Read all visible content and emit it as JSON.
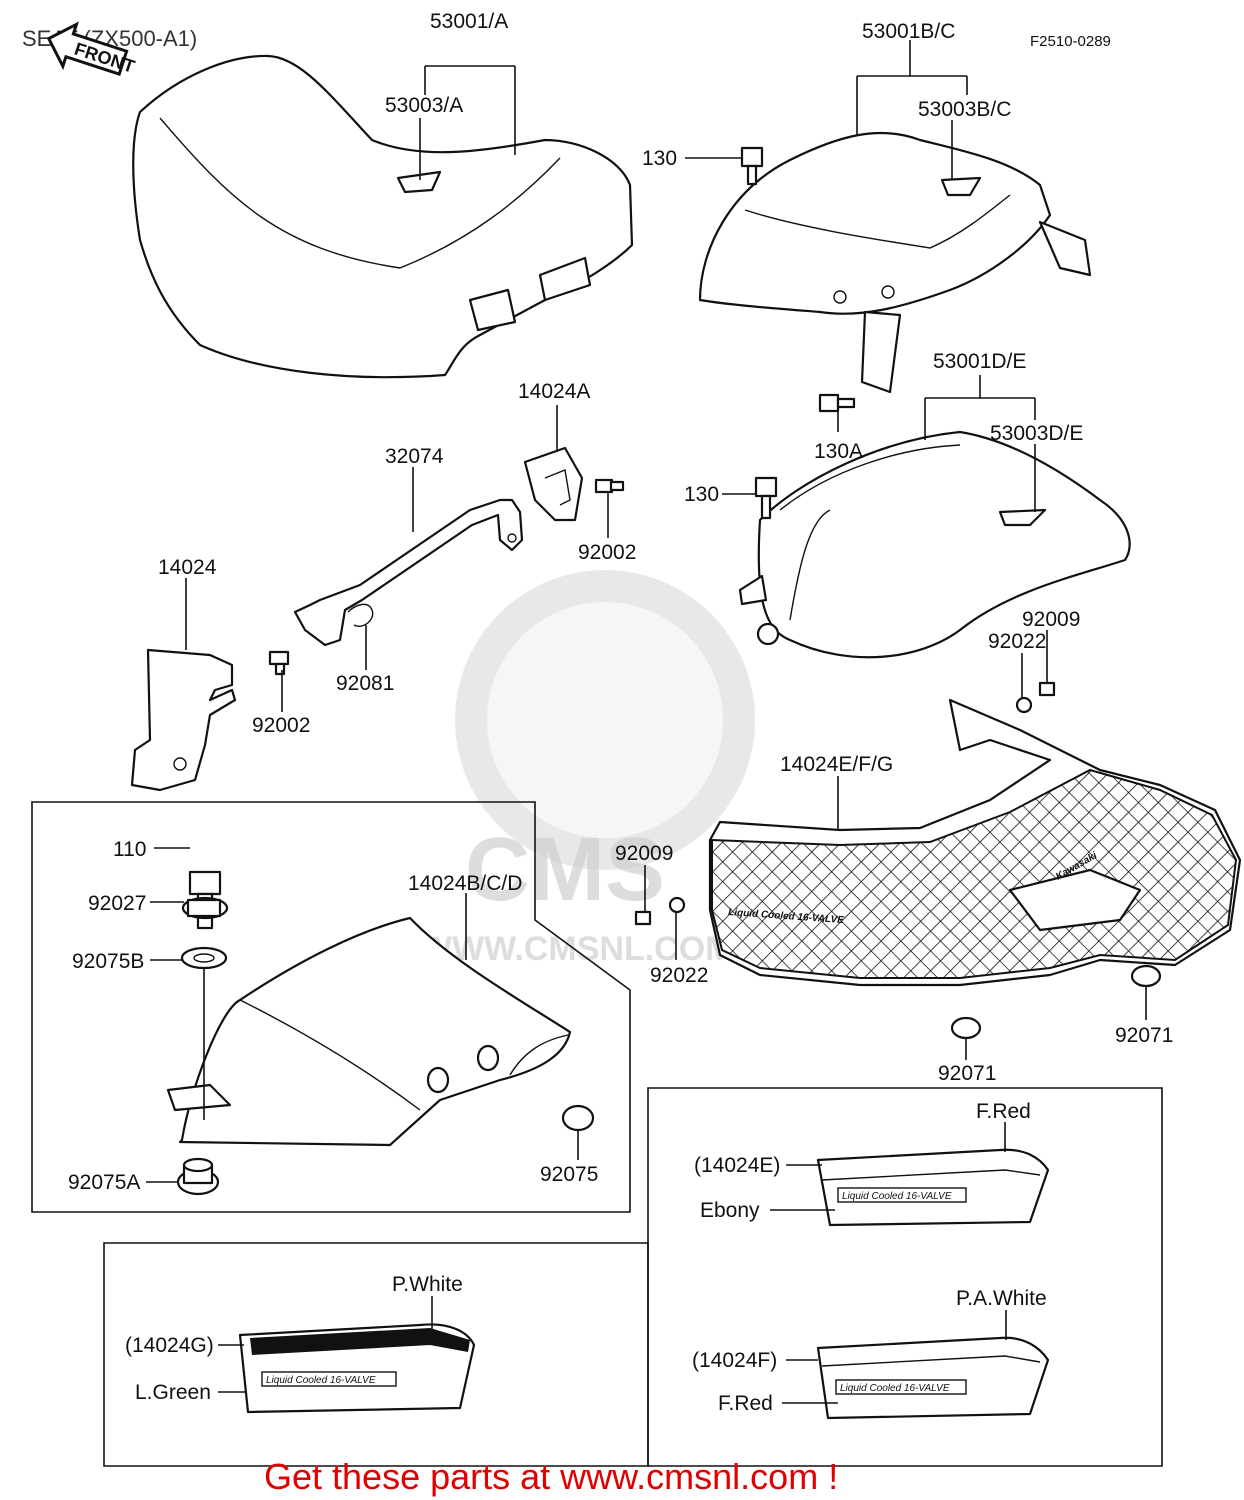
{
  "title": "SEAT (ZX500-A1)",
  "code": "F2510-0289",
  "front_tag": "FRONT",
  "promo": "Get these parts at www.cmsnl.com !",
  "watermark": {
    "logo_text": "CMS",
    "url_text": "WWW.CMSNL.COM"
  },
  "labels": {
    "p53001A": "53001/A",
    "p53003A": "53003/A",
    "p53001BC": "53001B/C",
    "p53003BC": "53003B/C",
    "p130_top": "130",
    "p130A": "130A",
    "p53001DE": "53001D/E",
    "p53003DE": "53003D/E",
    "p130_mid": "130",
    "p14024A": "14024A",
    "p32074": "32074",
    "p92002_r": "92002",
    "p14024": "14024",
    "p92081": "92081",
    "p92002_l": "92002",
    "p92009_r": "92009",
    "p92022_r": "92022",
    "p14024EFG": "14024E/F/G",
    "p92009_c": "92009",
    "p92022_c": "92022",
    "p92071_r": "92071",
    "p92071_c": "92071",
    "p110": "110",
    "p92027": "92027",
    "p92075B": "92075B",
    "p14024BCD": "14024B/C/D",
    "p92075": "92075",
    "p92075A": "92075A"
  },
  "decal_text": "Liquid Cooled 16-VALVE",
  "brand_text": "Kawasaki",
  "color_variants": {
    "e": {
      "part": "(14024E)",
      "top_color": "F.Red",
      "body_color": "Ebony"
    },
    "g": {
      "part": "(14024G)",
      "top_color": "P.White",
      "body_color": "L.Green"
    },
    "f": {
      "part": "(14024F)",
      "top_color": "P.A.White",
      "body_color": "F.Red"
    }
  }
}
